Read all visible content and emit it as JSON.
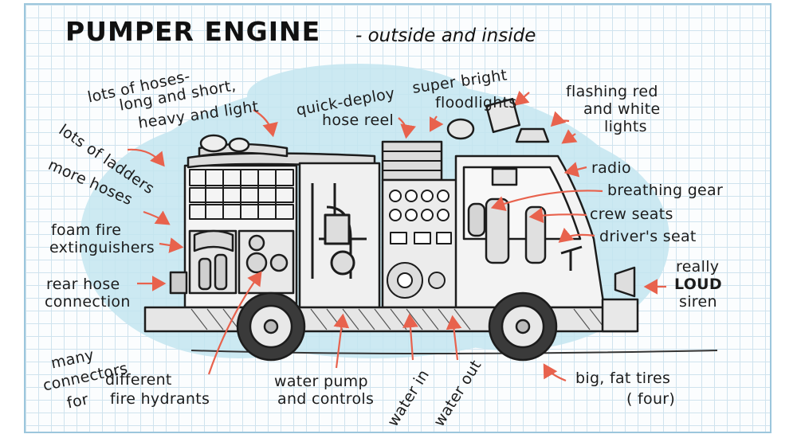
{
  "title": "PUMPER ENGINE",
  "subtitle": "- outside and inside",
  "labels": {
    "hoses_line1": "lots of hoses-",
    "hoses_line2": "long and short,",
    "hoses_line3": "heavy and light",
    "ladders": "lots of ladders",
    "more_hoses": "more hoses",
    "foam_line1": "foam fire",
    "foam_line2": "extinguishers",
    "rear_line1": "rear hose",
    "rear_line2": "connection",
    "connectors_line1": "many",
    "connectors_line2": "connectors",
    "connectors_line3": "for",
    "connectors_line4": "different",
    "connectors_line5": "fire hydrants",
    "reel_line1": "quick-deploy",
    "reel_line2": "hose reel",
    "flood_line1": "super bright",
    "flood_line2": "floodlights",
    "flash_line1": "flashing red",
    "flash_line2": "and white",
    "flash_line3": "lights",
    "radio": "radio",
    "breathing": "breathing gear",
    "crew": "crew seats",
    "driver": "driver's seat",
    "siren_line1": "really",
    "siren_line2": "LOUD",
    "siren_line3": "siren",
    "pump_line1": "water pump",
    "pump_line2": "and controls",
    "water_in": "water in",
    "water_out": "water out",
    "tires_line1": "big, fat tires",
    "tires_line2": "( four)"
  },
  "colors": {
    "arrow": "#e8624d",
    "grid": "#cfe3ee",
    "wash": "#bfe3ee",
    "ink": "#1c1c1c"
  }
}
